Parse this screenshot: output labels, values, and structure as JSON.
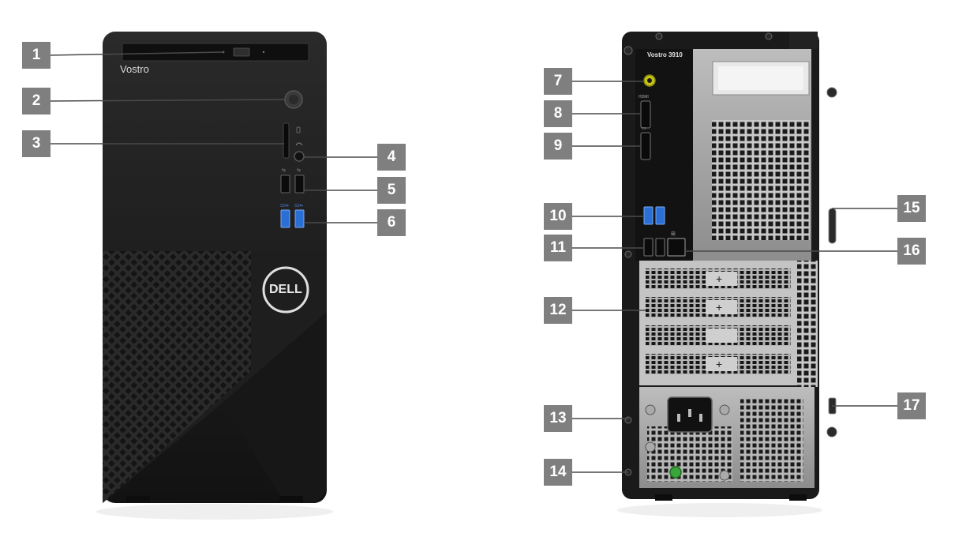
{
  "front": {
    "brand_label": "Vostro",
    "logo_text": "DELL",
    "callouts": [
      "1",
      "2",
      "3",
      "4",
      "5",
      "6"
    ]
  },
  "back": {
    "model_label": "Vostro 3910",
    "callouts": [
      "7",
      "8",
      "9",
      "10",
      "11",
      "12",
      "13",
      "14",
      "15",
      "16",
      "17"
    ]
  },
  "colors": {
    "callout": "#7f7f7f",
    "chassis": "#1c1c1c",
    "usb3_blue": "#2a6fd6",
    "audio_line_out": "#c5c218",
    "power_led": "#3aa53a",
    "metal": "#9a9a9a"
  },
  "icons": [
    "usb-icon",
    "usb-ss-icon",
    "headset-icon",
    "sd-card-icon",
    "power-icon",
    "ethernet-icon",
    "displayport-icon",
    "hdmi-icon"
  ]
}
